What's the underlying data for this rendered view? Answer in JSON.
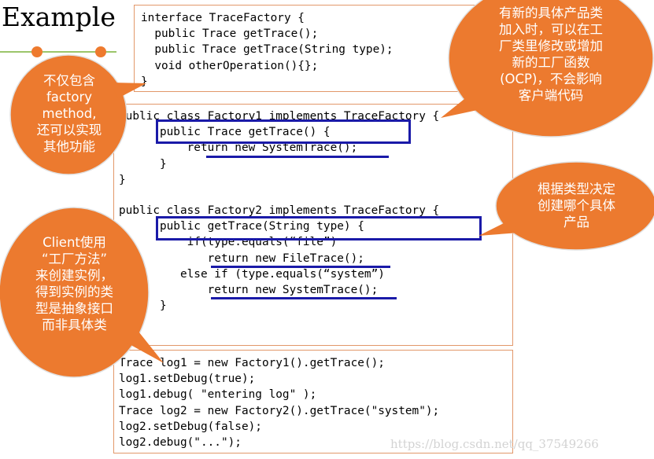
{
  "title": "Example",
  "code_blocks": {
    "interface_block": "interface TraceFactory {\n  public Trace getTrace();\n  public Trace getTrace(String type);\n  void otherOperation(){};\n}",
    "factory1_block": "public class Factory1 implements TraceFactory {\n      public Trace getTrace() {\n          return new SystemTrace();\n      }\n}",
    "factory2_block": "public class Factory2 implements TraceFactory {\n      public getTrace(String type) {\n          if(type.equals(“file”)\n             return new FileTrace();\n         else if (type.equals(“system”)\n             return new SystemTrace();\n      }",
    "client_block": "Trace log1 = new Factory1().getTrace();\nlog1.setDebug(true);\nlog1.debug( \"entering log\" );\nTrace log2 = new Factory2().getTrace(\"system\");\nlog2.setDebug(false);\nlog2.debug(\"...\");"
  },
  "callouts": {
    "top_left": "不仅包含\nfactory\nmethod,\n还可以实现\n其他功能",
    "top_right": "有新的具体产品类\n加入时，可以在工\n厂类里修改或增加\n新的工厂函数\n(OCP)，不会影响\n客户端代码",
    "middle_right": "根据类型决定\n创建哪个具体\n产品",
    "bottom_left": "Client使用\n“工厂方法”\n来创建实例，\n得到实例的类\n型是抽象接口\n而非具体类"
  },
  "watermark": "https://blog.csdn.net/qq_37549266",
  "colors": {
    "bubble": "#ec7a2f",
    "highlight": "#1a1aa8",
    "box_border": "#e2986a",
    "title_line": "#9cc56a"
  }
}
